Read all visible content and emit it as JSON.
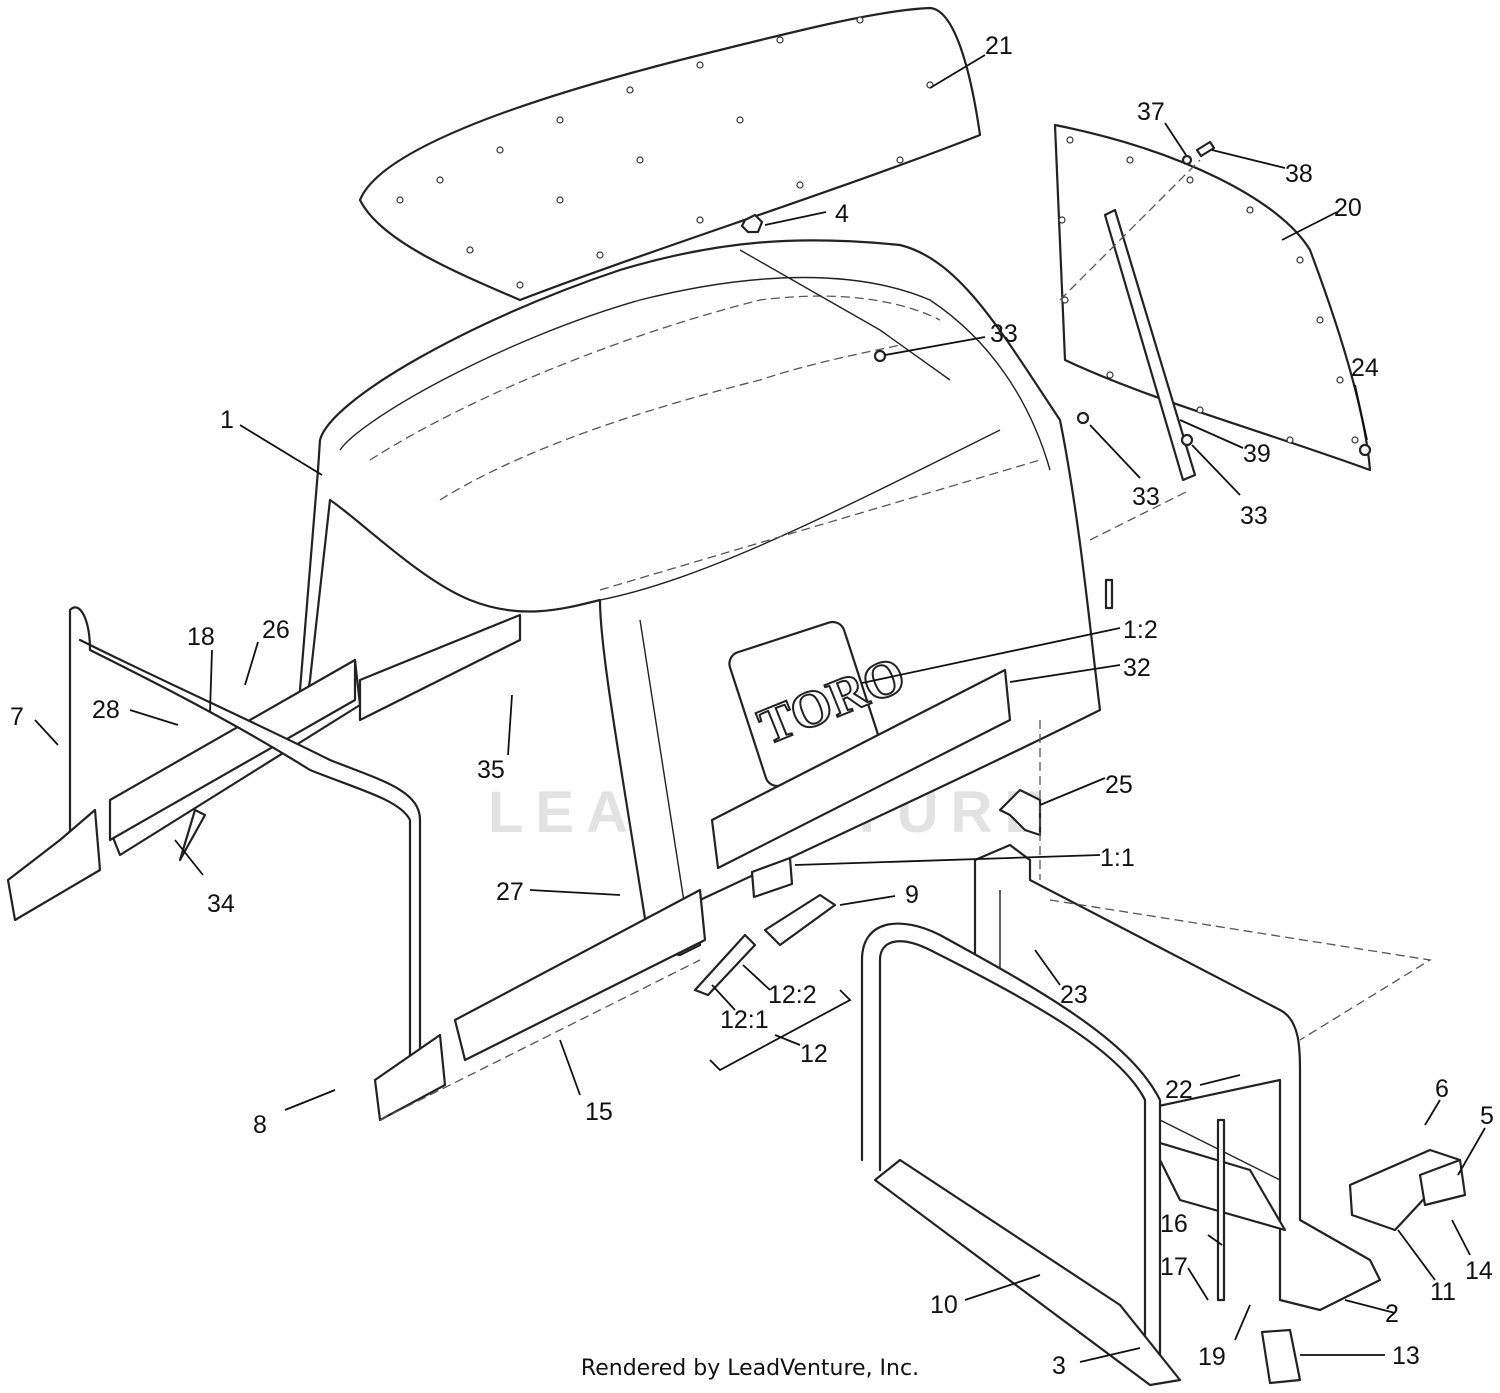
{
  "watermark": {
    "text": "LEADVENTURE"
  },
  "logo": {
    "brand": "TORO"
  },
  "footer": {
    "text": "Rendered by LeadVenture, Inc."
  },
  "callouts": {
    "c1": "1",
    "c1_1": "1:1",
    "c1_2": "1:2",
    "c2": "2",
    "c3": "3",
    "c4": "4",
    "c5": "5",
    "c6": "6",
    "c7": "7",
    "c8": "8",
    "c9": "9",
    "c10": "10",
    "c11": "11",
    "c12": "12",
    "c12_1": "12:1",
    "c12_2": "12:2",
    "c13": "13",
    "c14": "14",
    "c15": "15",
    "c16": "16",
    "c17": "17",
    "c18": "18",
    "c19": "19",
    "c20": "20",
    "c21": "21",
    "c22": "22",
    "c23": "23",
    "c24": "24",
    "c25": "25",
    "c26": "26",
    "c27": "27",
    "c28": "28",
    "c32": "32",
    "c33a": "33",
    "c33b": "33",
    "c33c": "33",
    "c34": "34",
    "c35": "35",
    "c37": "37",
    "c38": "38",
    "c39": "39"
  },
  "colors": {
    "line": "#222222",
    "background": "#ffffff",
    "watermark": "#e2e2e2"
  }
}
